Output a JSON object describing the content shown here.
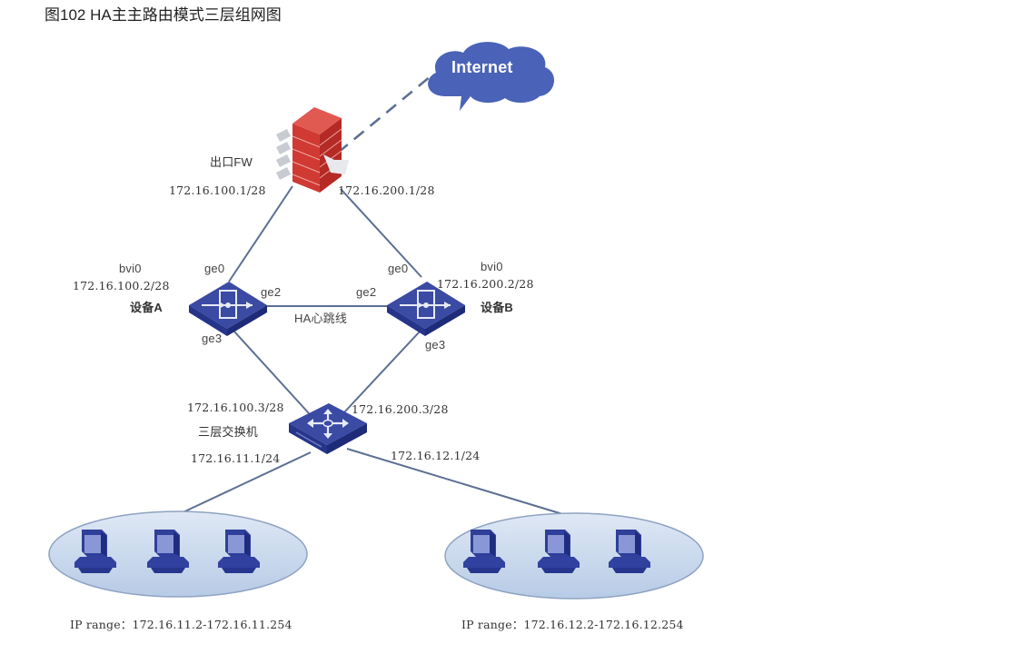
{
  "figure": {
    "title": "图102 HA主主路由模式三层组网图"
  },
  "colors": {
    "link": "#5b6f93",
    "device_blue": "#3b4aa3",
    "cloud_blue": "#4a63b8",
    "firewall_red": "#c9302c",
    "ellipse_fill": "#c9daef",
    "ellipse_stroke": "#8fa3c2"
  },
  "nodes": {
    "internet": {
      "label": "Internet",
      "icon": "cloud-icon"
    },
    "firewall": {
      "label": "出口FW",
      "ip_left": "172.16.100.1/28",
      "ip_right": "172.16.200.1/28",
      "icon": "firewall-icon"
    },
    "device_a": {
      "label": "设备A",
      "iface": "bvi0",
      "ip": "172.16.100.2/28",
      "port_up": "ge0",
      "port_right": "ge2",
      "port_down": "ge3",
      "icon": "router-icon"
    },
    "device_b": {
      "label": "设备B",
      "iface": "bvi0",
      "ip": "172.16.200.2/28",
      "port_up": "ge0",
      "port_left": "ge2",
      "port_down": "ge3",
      "icon": "router-icon"
    },
    "heartbeat": {
      "label": "HA心跳线"
    },
    "l3_switch": {
      "label": "三层交换机",
      "ip_up_left": "172.16.100.3/28",
      "ip_up_right": "172.16.200.3/28",
      "ip_down_left": "172.16.11.1/24",
      "ip_down_right": "172.16.12.1/24",
      "icon": "switch-icon"
    },
    "lan_left": {
      "ip_range": "IP range：172.16.11.2-172.16.11.254",
      "hosts": 3,
      "icon": "computer-icon"
    },
    "lan_right": {
      "ip_range": "IP range：172.16.12.2-172.16.12.254",
      "hosts": 3,
      "icon": "computer-icon"
    }
  }
}
